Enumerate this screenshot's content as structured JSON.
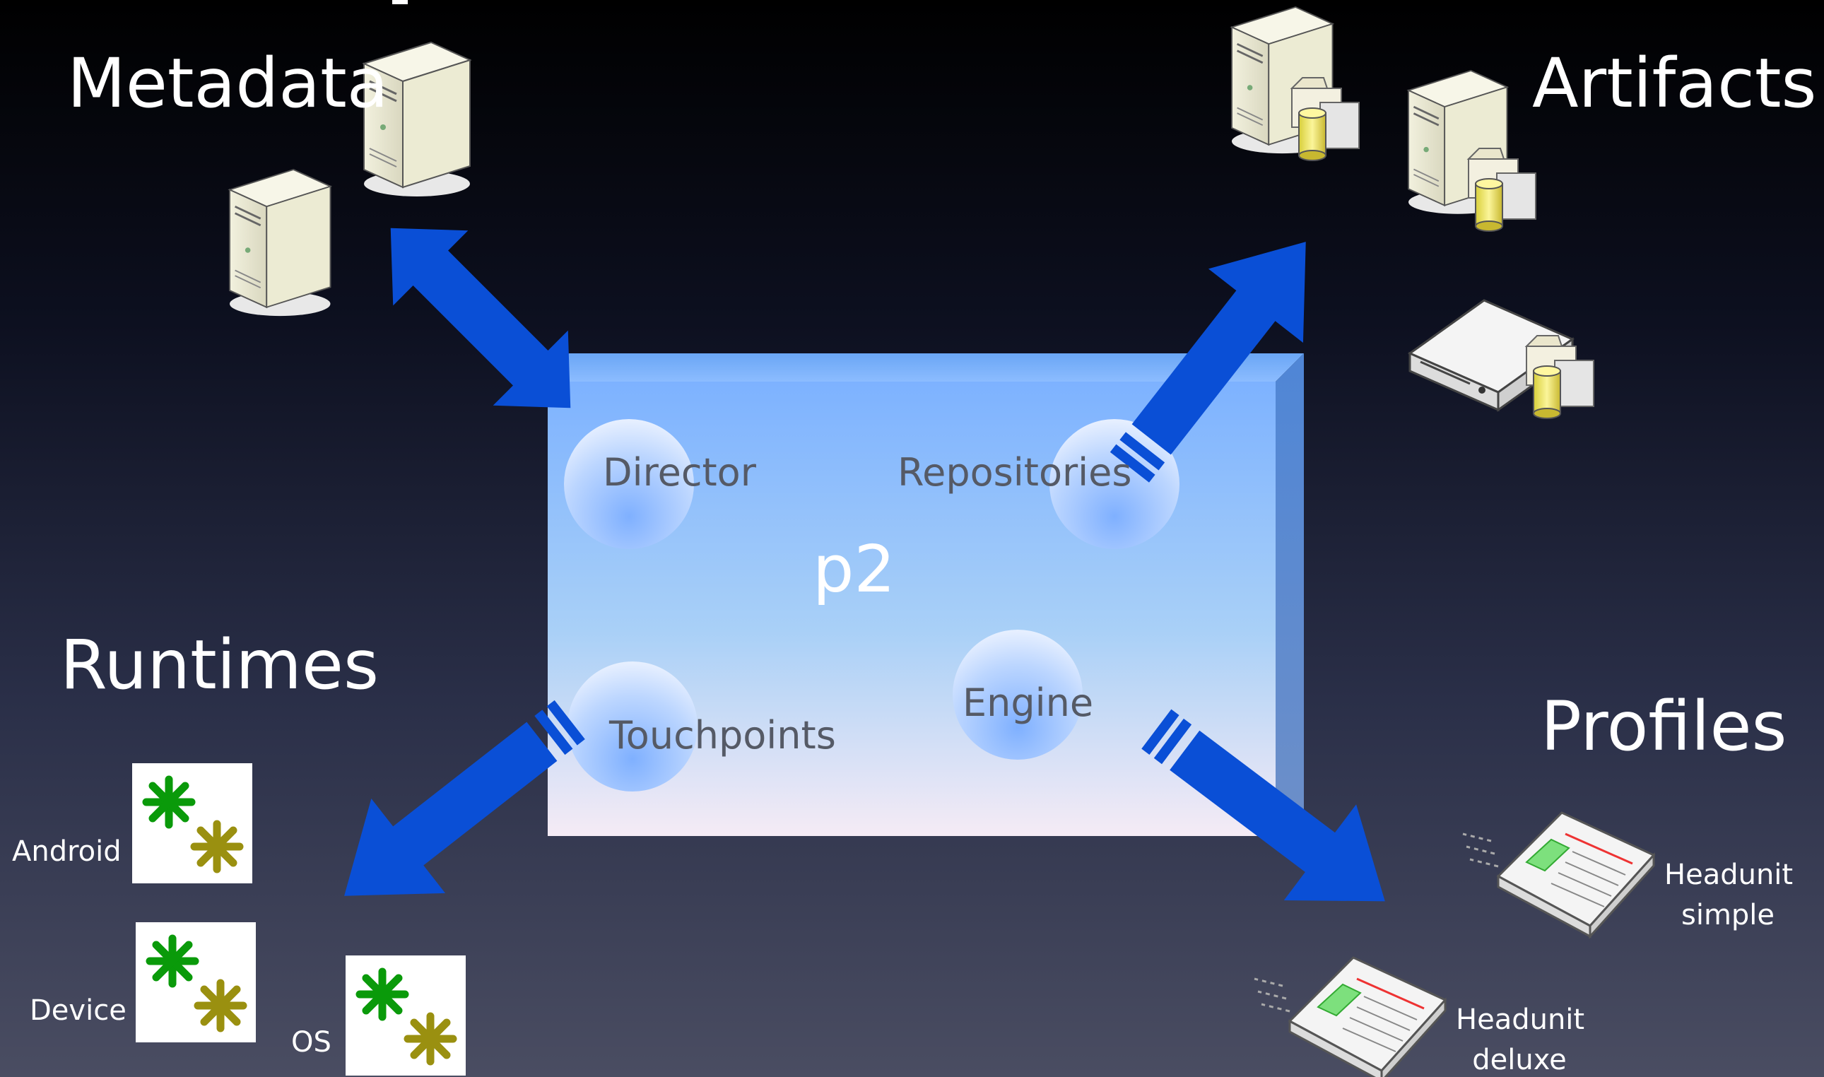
{
  "labels": {
    "metadata": "Metadata",
    "artifacts": "Artifacts",
    "runtimes": "Runtimes",
    "profiles": "Profiles",
    "p2": "p2"
  },
  "components": {
    "director": "Director",
    "repositories": "Repositories",
    "touchpoints": "Touchpoints",
    "engine": "Engine"
  },
  "runtimes": {
    "android": "Android",
    "device": "Device",
    "os": "OS"
  },
  "profiles": {
    "headunit_simple_line1": "Headunit",
    "headunit_simple_line2": "simple",
    "headunit_deluxe_line1": "Headunit",
    "headunit_deluxe_line2": "deluxe"
  },
  "icons": [
    "server-icon",
    "database-server-icon",
    "rack-server-icon",
    "runtime-asterisk-icon",
    "newspaper-profile-icon",
    "double-arrow-icon",
    "arrow-icon"
  ],
  "colors": {
    "arrow": "#0a4fd6",
    "box_top": "#7fb3ff",
    "box_bottom": "#f3e9f4",
    "asterisk_green": "#0a9a0a",
    "asterisk_olive": "#9a9010"
  }
}
